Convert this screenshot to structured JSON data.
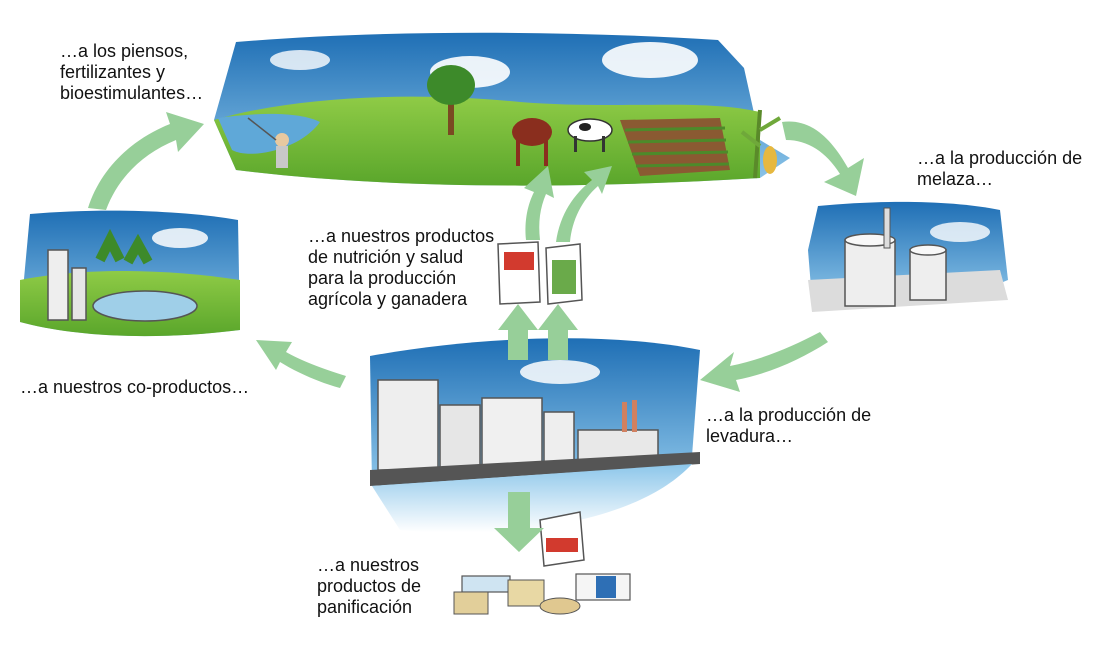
{
  "labels": {
    "feeds": "…a los piensos,\nfertilizantes y\nbioestimulantes…",
    "molasses": "…a la producción de\nmelaza…",
    "nutrition": "…a nuestros productos\nde nutrición y salud\npara la producción\nagrícola y ganadera",
    "coproducts": "…a nuestros co-productos…",
    "yeast": "…a la producción de\nlevadura…",
    "bakery": "…a nuestros\nproductos de\npanificación"
  },
  "colors": {
    "arrow": "#97cf99",
    "sky": "#2e7fc0",
    "grass": "#7fbf3a",
    "building": "#eeeeee"
  }
}
